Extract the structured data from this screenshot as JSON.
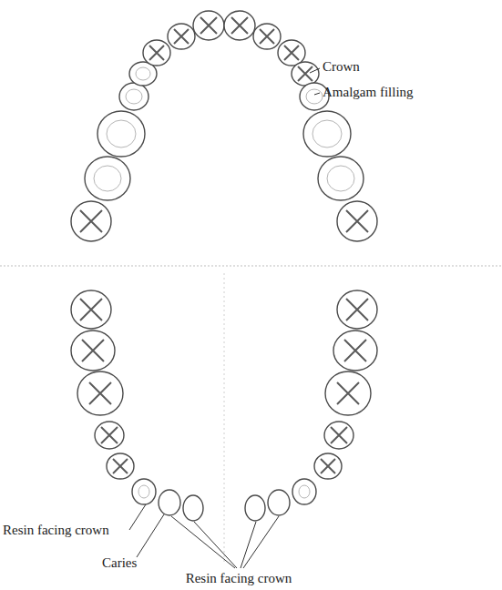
{
  "diagram": {
    "labels": [
      "Crown",
      "Amalgam filling",
      "Resin facing crown",
      "Caries",
      "Resin facing crown"
    ]
  }
}
